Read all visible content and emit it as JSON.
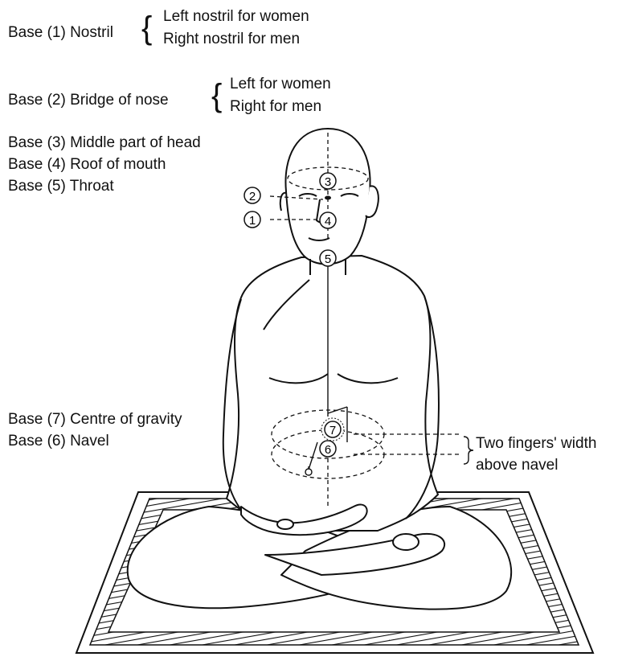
{
  "labels": {
    "base1": "Base (1) Nostril",
    "base1_left": "Left nostril for women",
    "base1_right": "Right nostril for men",
    "base2": "Base (2) Bridge of nose",
    "base2_left": "Left for women",
    "base2_right": "Right for men",
    "base3": "Base (3) Middle part of head",
    "base4": "Base (4) Roof of mouth",
    "base5": "Base (5) Throat",
    "base7": "Base (7) Centre of gravity",
    "base6": "Base (6) Navel",
    "fingers_line1": "Two fingers' width",
    "fingers_line2": "above navel"
  },
  "markers": {
    "m1": "1",
    "m2": "2",
    "m3": "3",
    "m4": "4",
    "m5": "5",
    "m6": "6",
    "m7": "7"
  },
  "colors": {
    "ink": "#111111",
    "background": "#ffffff"
  }
}
